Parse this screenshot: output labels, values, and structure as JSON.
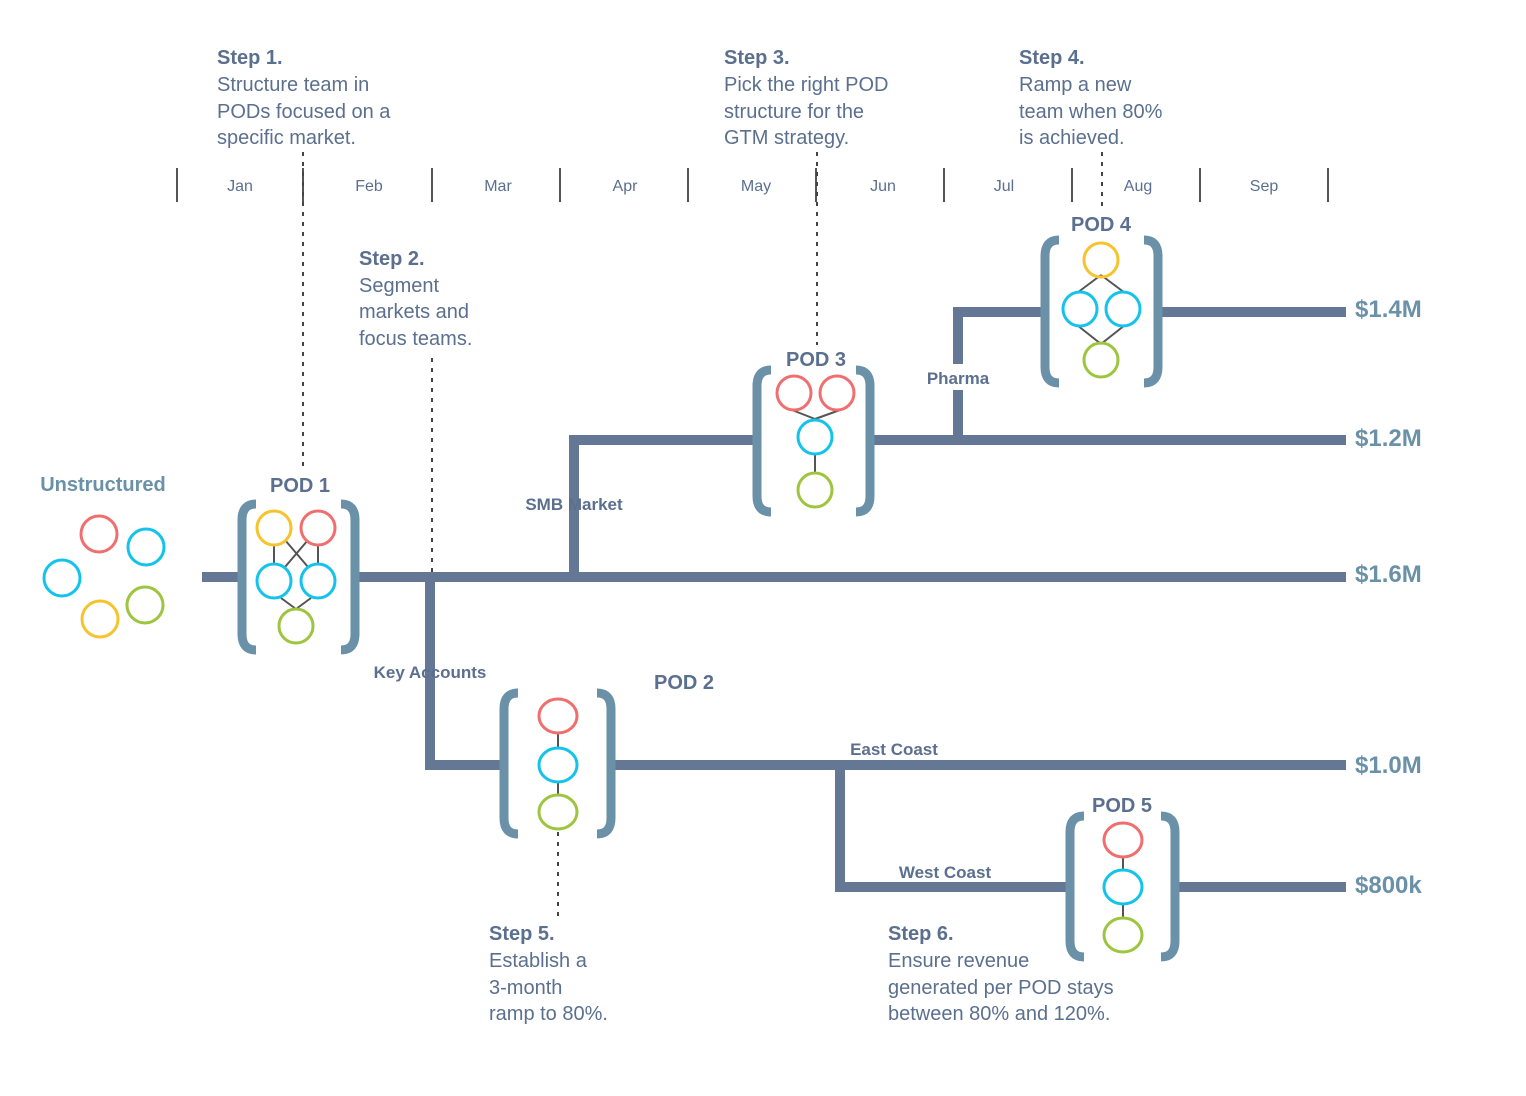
{
  "colors": {
    "track": "#647896",
    "bracket": "#6a91a8",
    "text": "#5b6f8f",
    "value": "#6a91a8",
    "red": "#f06e6e",
    "blue": "#14c3ec",
    "yellow": "#f5c42c",
    "green": "#9ec53f"
  },
  "timeline": {
    "months": [
      "Jan",
      "Feb",
      "Mar",
      "Apr",
      "May",
      "Jun",
      "Jul",
      "Aug",
      "Sep"
    ]
  },
  "steps": [
    {
      "title": "Step 1.",
      "lines": [
        "Structure team in",
        "PODs focused on a",
        "specific market."
      ]
    },
    {
      "title": "Step 2.",
      "lines": [
        "Segment",
        "markets and",
        "focus teams."
      ]
    },
    {
      "title": "Step 3.",
      "lines": [
        "Pick the right POD",
        "structure for the",
        "GTM strategy."
      ]
    },
    {
      "title": "Step 4.",
      "lines": [
        "Ramp a new",
        "team when 80%",
        "is achieved."
      ]
    },
    {
      "title": "Step 5.",
      "lines": [
        "Establish a",
        "3-month",
        "ramp to 80%."
      ]
    },
    {
      "title": "Step 6.",
      "lines": [
        "Ensure revenue",
        "generated per POD stays",
        "between 80% and 120%."
      ]
    }
  ],
  "unstructured_label": "Unstructured",
  "pods": [
    {
      "label": "POD 1"
    },
    {
      "label": "POD 2"
    },
    {
      "label": "POD 3"
    },
    {
      "label": "POD 4"
    },
    {
      "label": "POD 5"
    }
  ],
  "branches": {
    "smb": "SMB Market",
    "key_accounts": "Key Accounts",
    "pharma": "Pharma",
    "east_coast": "East Coast",
    "west_coast": "West Coast"
  },
  "values": {
    "pharma": "$1.4M",
    "smb": "$1.2M",
    "main": "$1.6M",
    "east_coast": "$1.0M",
    "west_coast": "$800k"
  }
}
